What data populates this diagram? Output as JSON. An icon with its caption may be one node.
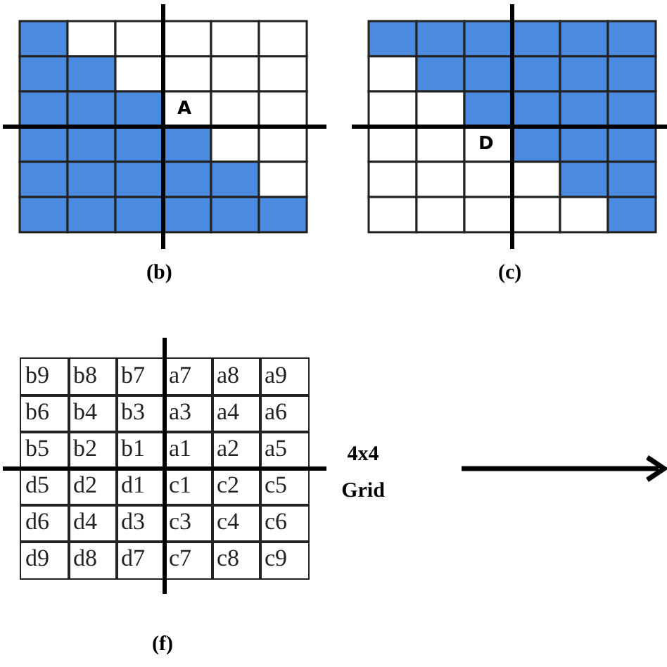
{
  "diagram": {
    "labels": [
      "A",
      "D",
      "(b)",
      "(c)",
      "b9",
      "b8",
      "b7",
      "a7",
      "a8",
      "a9",
      "b6",
      "b4",
      "b3",
      "a3",
      "a4",
      "a6",
      "b5",
      "b2",
      "b1",
      "a1",
      "a2",
      "a5",
      "d5",
      "d2",
      "d1",
      "c1",
      "c2",
      "c5",
      "d6",
      "d4",
      "d3",
      "c3",
      "c4",
      "c6",
      "d9",
      "d8",
      "d7",
      "c7",
      "c8",
      "c9",
      "4x4 Grid",
      "(f)"
    ]
  }
}
